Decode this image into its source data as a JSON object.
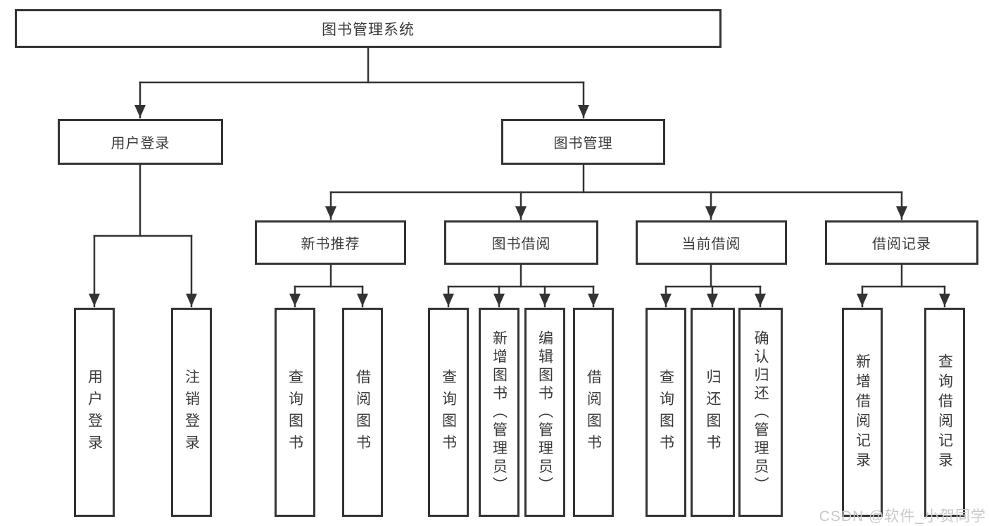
{
  "diagram": {
    "root": {
      "label": "图书管理系统"
    },
    "level2": [
      {
        "label": "用户登录",
        "parent": "图书管理系统"
      },
      {
        "label": "图书管理",
        "parent": "图书管理系统"
      }
    ],
    "level3": [
      {
        "label": "新书推荐",
        "parent": "图书管理"
      },
      {
        "label": "图书借阅",
        "parent": "图书管理"
      },
      {
        "label": "当前借阅",
        "parent": "图书管理"
      },
      {
        "label": "借阅记录",
        "parent": "图书管理"
      }
    ],
    "leaves": [
      {
        "label": "用户登录",
        "parent": "用户登录"
      },
      {
        "label": "注销登录",
        "parent": "用户登录"
      },
      {
        "label": "查询图书",
        "parent": "新书推荐"
      },
      {
        "label": "借阅图书",
        "parent": "新书推荐"
      },
      {
        "label": "查询图书",
        "parent": "图书借阅"
      },
      {
        "label": "新增图书（管理员）",
        "parent": "图书借阅"
      },
      {
        "label": "编辑图书（管理员）",
        "parent": "图书借阅"
      },
      {
        "label": "借阅图书",
        "parent": "图书借阅"
      },
      {
        "label": "查询图书",
        "parent": "当前借阅"
      },
      {
        "label": "归还图书",
        "parent": "当前借阅"
      },
      {
        "label": "确认归还（管理员）",
        "parent": "当前借阅"
      },
      {
        "label": "新增借阅记录",
        "parent": "借阅记录"
      },
      {
        "label": "查询借阅记录",
        "parent": "借阅记录"
      }
    ]
  },
  "watermark": {
    "text": "CSDN @软件_小贺同学"
  },
  "colors": {
    "line": "#333333",
    "box_border": "#333333",
    "box_fill": "#ffffff",
    "text": "#3a3a3a",
    "watermark": "#c9c9c9",
    "background": "#ffffff"
  }
}
